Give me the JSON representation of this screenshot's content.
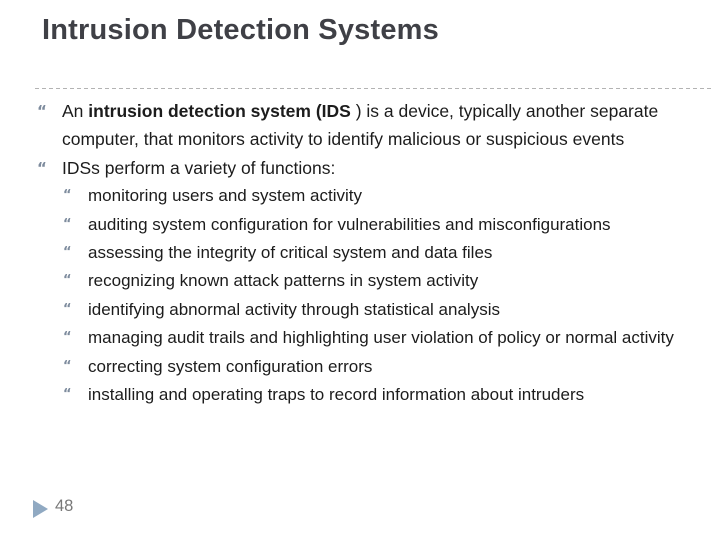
{
  "slide": {
    "title": "Intrusion Detection Systems",
    "bullet_marker_glyph": "“",
    "bullets": [
      {
        "level": 1,
        "segments": [
          {
            "text": "An ",
            "bold": false
          },
          {
            "text": "intrusion detection system (IDS",
            "bold": true
          },
          {
            "text": " ) is a device, typically another separate computer, that monitors activity to identify malicious or suspicious events",
            "bold": false
          }
        ]
      },
      {
        "level": 1,
        "text": "IDSs perform a variety of functions:"
      },
      {
        "level": 2,
        "text": "monitoring users and system activity"
      },
      {
        "level": 2,
        "text": "auditing system configuration for vulnerabilities and misconfigurations"
      },
      {
        "level": 2,
        "text": "assessing the integrity of critical system and data files"
      },
      {
        "level": 2,
        "text": "recognizing known attack patterns in system activity"
      },
      {
        "level": 2,
        "text": "identifying abnormal activity through statistical analysis"
      },
      {
        "level": 2,
        "text": "managing audit trails and highlighting user violation of policy or normal activity"
      },
      {
        "level": 2,
        "text": "correcting system configuration errors"
      },
      {
        "level": 2,
        "text": "installing and operating traps to record information about intruders"
      }
    ],
    "page_number": "48",
    "colors": {
      "title": "#3f4046",
      "body": "#1c1c1c",
      "bullet_marker": "#7d8b9d",
      "divider": "#b3b3b3",
      "page_number": "#787878",
      "arrow": "#90a9c2"
    }
  }
}
